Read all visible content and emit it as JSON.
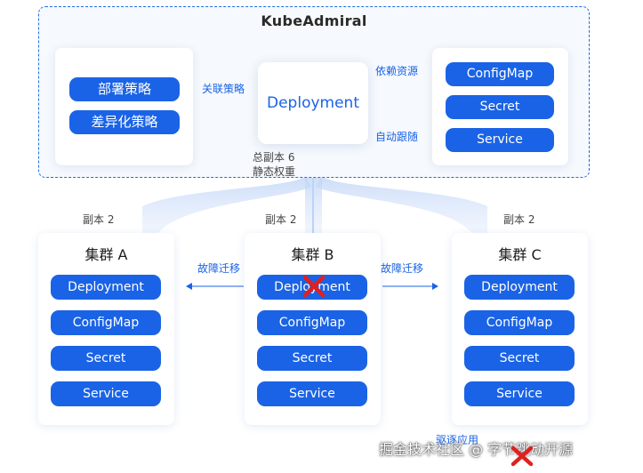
{
  "title": "KubeAdmiral",
  "policies": {
    "deploy": "部署策略",
    "diff": "差异化策略"
  },
  "center": {
    "deployment": "Deployment",
    "assoc_label": "关联策略",
    "depend_label": "依赖资源",
    "follow_label": "自动跟随",
    "replicas_total": "总副本 6",
    "static_weight": "静态权重"
  },
  "resources": [
    "ConfigMap",
    "Secret",
    "Service"
  ],
  "clusters": [
    {
      "name": "集群 A",
      "replicas": "副本 2",
      "items": [
        "Deployment",
        "ConfigMap",
        "Secret",
        "Service"
      ]
    },
    {
      "name": "集群 B",
      "replicas": "副本 2",
      "items": [
        "Deployment",
        "ConfigMap",
        "Secret",
        "Service"
      ]
    },
    {
      "name": "集群 C",
      "replicas": "副本 2",
      "items": [
        "Deployment",
        "ConfigMap",
        "Secret",
        "Service"
      ]
    }
  ],
  "failover_label": "故障迁移",
  "evict_label": "驱逐应用",
  "watermark": "掘金技术社区 @ 字节跳动开源",
  "colors": {
    "accent": "#1a63e6",
    "failure": "#e02020",
    "border": "#1f6fe5"
  }
}
